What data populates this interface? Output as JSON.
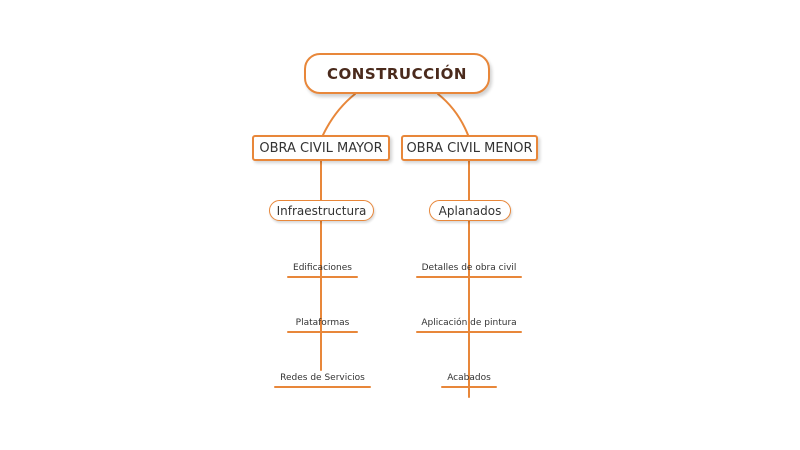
{
  "colors": {
    "accent": "#e8873a",
    "root_text": "#4a2a1c",
    "text": "#333333"
  },
  "mindmap": {
    "root": "CONSTRUCCIÓN",
    "branches": [
      {
        "label": "OBRA CIVIL MAYOR",
        "sub": "Infraestructura",
        "items": [
          "Edificaciones",
          "Plataformas",
          "Redes de Servicios"
        ]
      },
      {
        "label": "OBRA CIVIL MENOR",
        "sub": "Aplanados",
        "items": [
          "Detalles de obra civil",
          "Aplicación de pintura",
          "Acabados"
        ]
      }
    ]
  }
}
